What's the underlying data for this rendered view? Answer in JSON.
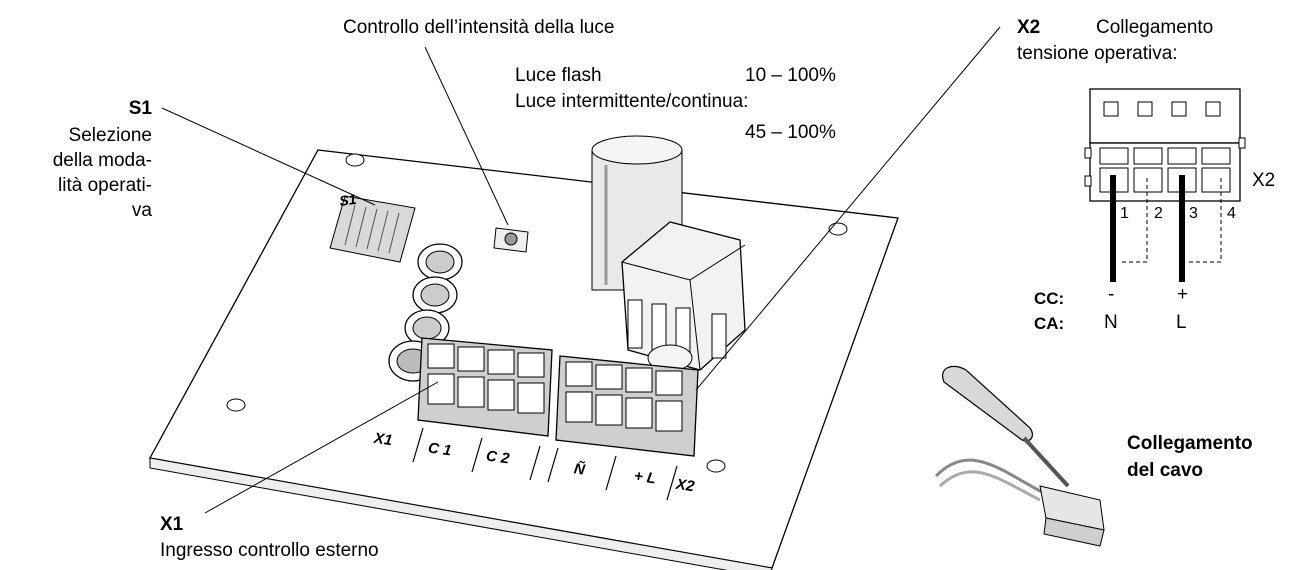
{
  "title": "Controllo dell’intensità della luce",
  "intensity": {
    "flash_label": "Luce flash",
    "flash_value": "10 – 100%",
    "continuous_label": "Luce intermittente/continua:",
    "continuous_value": "45 – 100%"
  },
  "s1": {
    "id": "S1",
    "lines": [
      "Selezione",
      "della moda-",
      "lità operati-",
      "va"
    ],
    "board_label": "S1"
  },
  "x1": {
    "id": "X1",
    "desc": "Ingresso controllo esterno"
  },
  "x2": {
    "id": "X2",
    "desc_line1": "Collegamento",
    "desc_line2": "tensione operativa:",
    "side_label": "X2"
  },
  "terminals": [
    "1",
    "2",
    "3",
    "4"
  ],
  "supply": {
    "cc_label": "CC:",
    "ca_label": "CA:",
    "cc_neg": "-",
    "cc_pos": "+",
    "ca_n": "N",
    "ca_l": "L"
  },
  "board_labels": [
    "X1",
    "C 1",
    "C 2",
    "Ñ",
    "+ L",
    "X2"
  ],
  "cable": {
    "line1": "Collegamento",
    "line2": "del cavo"
  }
}
